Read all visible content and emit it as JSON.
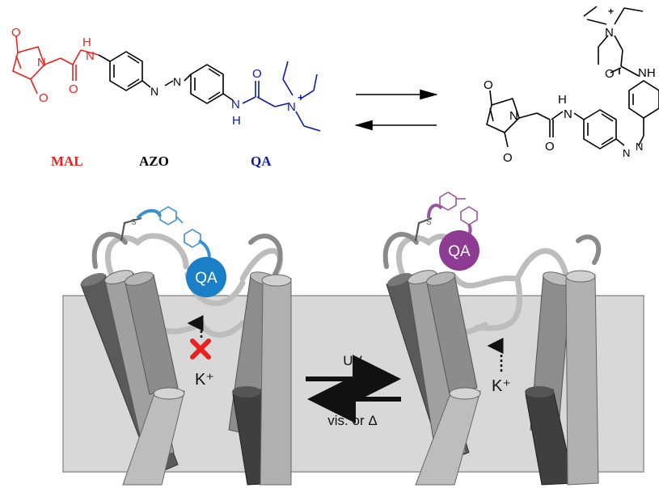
{
  "colors": {
    "mal": "#e8221e",
    "azo": "#000000",
    "qa": "#0a1aa8",
    "qa_blue_ball": "#1a7fc6",
    "qa_purple_ball": "#8e3b93",
    "membrane": "#d8d8d8",
    "cylinder_dark": "#4a4a4a",
    "cylinder_mid": "#8a8a8a",
    "cylinder_light": "#bcbcbc",
    "loop": "#666666",
    "block_x": "#e8221e"
  },
  "molecule": {
    "labels": {
      "mal": "MAL",
      "azo": "AZO",
      "qa": "QA"
    },
    "atoms": {
      "o": "O",
      "n": "N",
      "h": "H",
      "nh": "NH",
      "plus": "+"
    }
  },
  "equilibrium_arrows": true,
  "channel_left": {
    "ball_label": "QA",
    "ion_label": "K⁺",
    "state": "blocked"
  },
  "channel_right": {
    "ball_label": "QA",
    "ion_label": "K⁺",
    "state": "open"
  },
  "switch": {
    "forward_label": "UV",
    "reverse_label": "vis. or Δ"
  }
}
